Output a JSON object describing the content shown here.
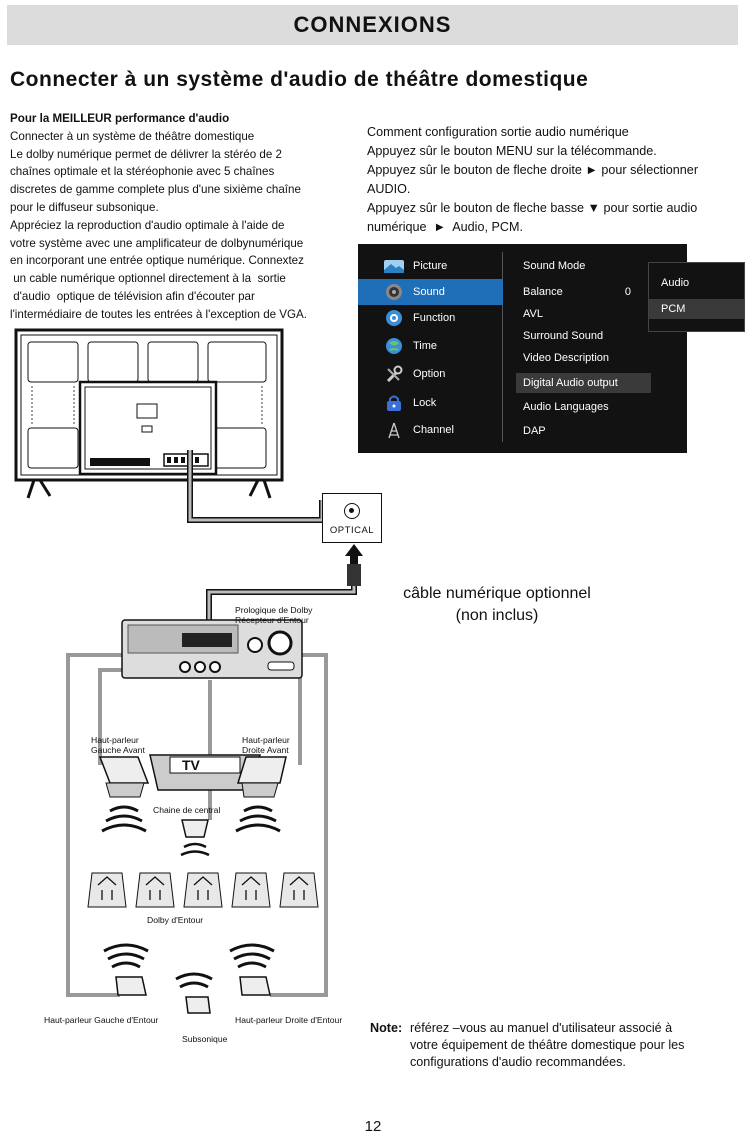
{
  "header": {
    "title": "CONNEXIONS"
  },
  "section_title": "Connecter à un système d'audio de théâtre domestique",
  "left_text": {
    "heading": "Pour la MEILLEUR performance d'audio",
    "lines": [
      "Connecter à un système de théâtre domestique",
      "Le dolby numérique permet de délivrer la stéréo de 2",
      "chaînes optimale et la stéréophonie avec 5 chaînes",
      "discretes de gamme complete plus d'une sixième chaîne",
      "pour le diffuseur subsonique.",
      "Appréciez la reproduction d'audio optimale à l'aide de",
      "votre système avec une amplificateur de dolbynumérique",
      "en incorporant une entrée optique numérique. Connextez",
      " un cable numérique optionnel directement à la  sortie",
      " d'audio  optique de télévision afin d'écouter par",
      "l'intermédiaire de toutes les entrées à l'exception de VGA."
    ]
  },
  "right_text": {
    "lines": [
      "Comment configuration sortie audio numérique",
      "Appuyez sûr le bouton MENU sur la télécommande.",
      "Appuyez sûr le bouton de fleche droite ► pour sélectionner",
      "AUDIO.",
      "Appuyez sûr le bouton de fleche basse ▼ pour sortie audio",
      "numérique  ►  Audio, PCM."
    ]
  },
  "osd_menu": {
    "left_items": [
      {
        "label": "Picture",
        "icon": "picture-icon"
      },
      {
        "label": "Sound",
        "icon": "sound-icon"
      },
      {
        "label": "Function",
        "icon": "function-icon"
      },
      {
        "label": "Time",
        "icon": "time-icon"
      },
      {
        "label": "Option",
        "icon": "option-icon"
      },
      {
        "label": "Lock",
        "icon": "lock-icon"
      },
      {
        "label": "Channel",
        "icon": "channel-icon"
      }
    ],
    "selected_left": "Sound",
    "right_items": [
      {
        "label": "Sound Mode",
        "value": ""
      },
      {
        "label": "Balance",
        "value": "0"
      },
      {
        "label": "AVL",
        "value": ""
      },
      {
        "label": "Surround Sound",
        "value": ""
      },
      {
        "label": "Video Description",
        "value": ""
      },
      {
        "label": "Digital Audio output",
        "value": ""
      },
      {
        "label": "Audio Languages",
        "value": ""
      },
      {
        "label": "DAP",
        "value": ""
      }
    ],
    "selected_right": "Digital Audio output",
    "submenu": [
      "Audio",
      "PCM"
    ],
    "selected_submenu": "PCM",
    "colors": {
      "background": "#121212",
      "highlight": "#1f6fb8",
      "selected_row": "#3a3a3a"
    }
  },
  "diagram": {
    "optical_label": "OPTICAL",
    "cable_label_line1": "câble numérique optionnel",
    "cable_label_line2": "(non inclus)",
    "receiver_label_line1": "Prologique de Dolby",
    "receiver_label_line2": "Récepteur d'Entour",
    "front_left_line1": "Haut-parleur",
    "front_left_line2": "Gauche Avant",
    "front_right_line1": "Haut-parleur",
    "front_right_line2": "Droite Avant",
    "tv_label": "TV",
    "center_label": "Chaine de central",
    "surround_label": "Dolby d'Entour",
    "rear_left_label": "Haut-parleur Gauche  d'Entour",
    "rear_right_label": "Haut-parleur Droite d'Entour",
    "subwoofer_label": "Subsonique"
  },
  "note": {
    "label": "Note:",
    "lines": [
      "référez –vous au manuel d'utilisateur associé à",
      "votre équipement de théâtre domestique pour les",
      "configurations d'audio recommandées."
    ]
  },
  "page_number": "12"
}
